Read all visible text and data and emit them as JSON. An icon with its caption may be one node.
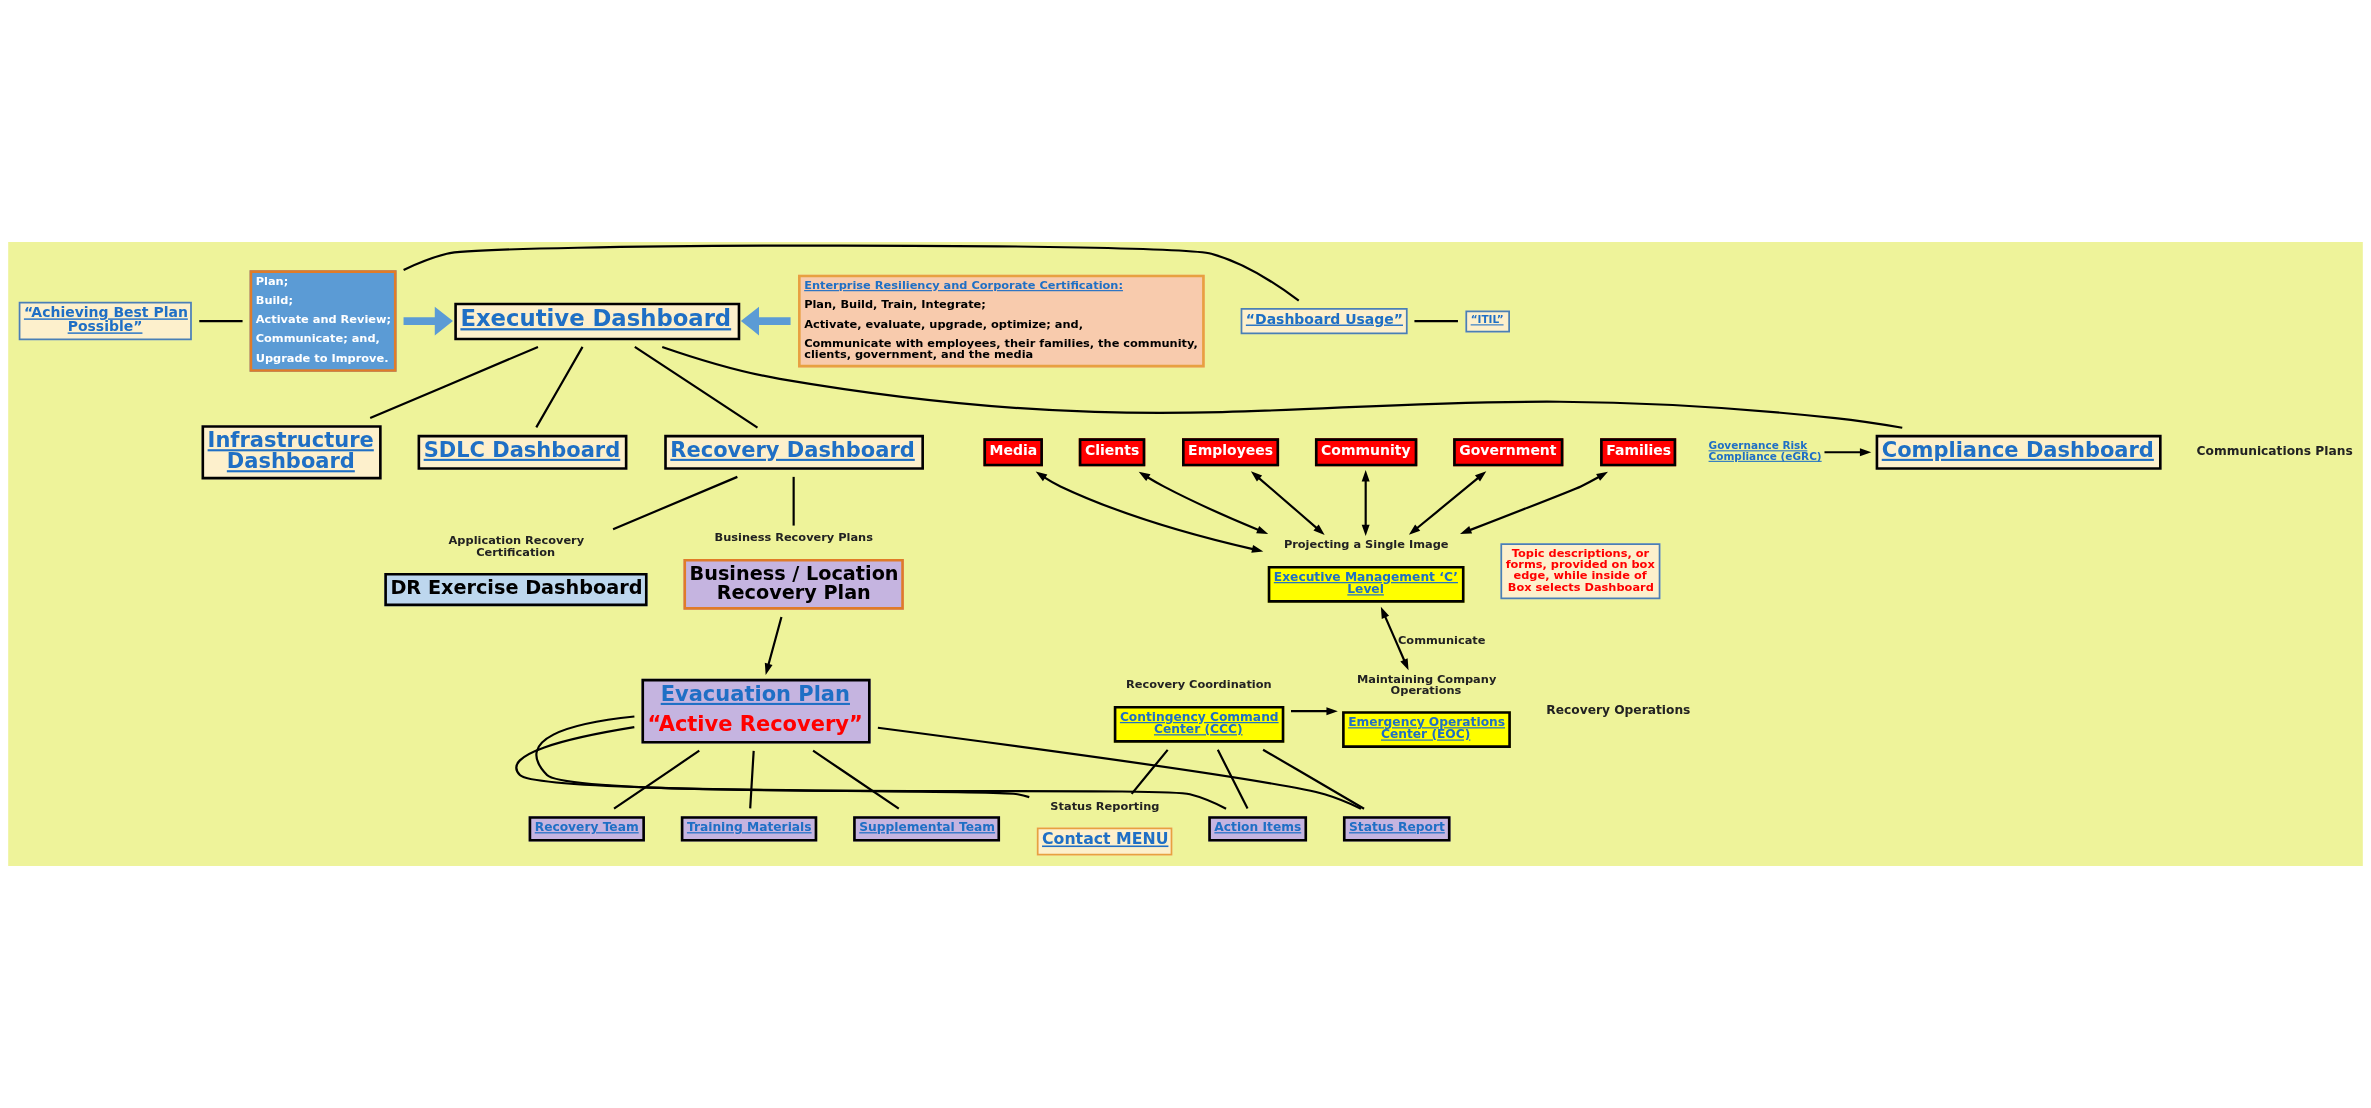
{
  "diagram": {
    "nodes": [
      {
        "text": [
          "“Achieving Best Plan Possible”"
        ]
      },
      {
        "text": [
          "“Dashboard Usage”"
        ]
      },
      {
        "text": [
          "“ITIL”"
        ]
      },
      {
        "text": [
          "Plan;",
          "Build;",
          "Activate and Review;",
          "Communicate; and,",
          "Upgrade to Improve."
        ]
      },
      {
        "text": [
          "Executive Dashboard"
        ]
      },
      {
        "text": [
          "Enterprise Resiliency and Corporate Certification:",
          "Plan, Build, Train, Integrate;",
          "Activate, evaluate, upgrade, optimize; and,",
          "Communicate with employees, their families, the community, clients, government, and the media"
        ]
      },
      {
        "text": [
          "Infrastructure Dashboard"
        ]
      },
      {
        "text": [
          "SDLC Dashboard"
        ]
      },
      {
        "text": [
          "Recovery Dashboard"
        ]
      },
      {
        "text": [
          "Compliance Dashboard"
        ]
      },
      {
        "text": [
          "Governance Risk Compliance (eGRC)"
        ]
      },
      {
        "text": [
          "Media"
        ]
      },
      {
        "text": [
          "Clients"
        ]
      },
      {
        "text": [
          "Employees"
        ]
      },
      {
        "text": [
          "Community"
        ]
      },
      {
        "text": [
          "Government"
        ]
      },
      {
        "text": [
          "Families"
        ]
      },
      {
        "text": [
          "Executive Management ‘C’ Level"
        ],
        "beside": [
          "Projecting a Single Image"
        ]
      },
      {
        "text": [
          "Emergency Operations Center (EOC)"
        ],
        "beside": [
          "Maintaining Company Operations"
        ]
      },
      {
        "text": [
          "Contingency Command Center (CCC)"
        ],
        "beside": [
          "Recovery Coordination"
        ]
      },
      {
        "text": [
          "DR Exercise Dashboard"
        ],
        "beside": [
          "Application Recovery Certification"
        ]
      },
      {
        "text": [
          "Business / Location Recovery Plan"
        ],
        "beside": [
          "Business Recovery Plans"
        ]
      },
      {
        "text": [
          "Topic descriptions, or forms, provided on box edge, while inside of Box selects Dashboard"
        ]
      },
      {
        "text": [
          "Contact MENU"
        ],
        "beside": [
          "Status Reporting"
        ]
      },
      {
        "text": [
          "Action Items"
        ]
      },
      {
        "text": [
          "Status Report"
        ]
      },
      {
        "text": [
          "Evacuation Plan",
          "“Active Recovery”"
        ]
      },
      {
        "text": [
          "Recovery Team"
        ]
      },
      {
        "text": [
          "Training Materials"
        ]
      },
      {
        "text": [
          "Supplemental Team"
        ]
      }
    ],
    "edges": [
      {
        "from": 0,
        "to": 3,
        "arrow": "none"
      },
      {
        "from": 1,
        "to": 3,
        "arrow": "none"
      },
      {
        "from": 1,
        "to": 2,
        "arrow": "none"
      },
      {
        "from": 3,
        "to": 4,
        "arrow": "to",
        "style": "thick",
        "color": "#5b9bd5"
      },
      {
        "from": 5,
        "to": 4,
        "arrow": "to",
        "style": "thick",
        "color": "#5b9bd5"
      },
      {
        "from": 4,
        "to": 6,
        "arrow": "none"
      },
      {
        "from": 4,
        "to": 7,
        "arrow": "none"
      },
      {
        "from": 4,
        "to": 8,
        "arrow": "none"
      },
      {
        "from": 4,
        "to": 9,
        "arrow": "none"
      },
      {
        "from": 10,
        "to": 9,
        "arrow": "to"
      },
      {
        "from": 8,
        "to": 20,
        "arrow": "none"
      },
      {
        "from": 8,
        "to": 21,
        "arrow": "none"
      },
      {
        "from": 11,
        "to": 17,
        "arrow": "both"
      },
      {
        "from": 12,
        "to": 17,
        "arrow": "both"
      },
      {
        "from": 13,
        "to": 17,
        "arrow": "both"
      },
      {
        "from": 14,
        "to": 17,
        "arrow": "both"
      },
      {
        "from": 15,
        "to": 17,
        "arrow": "both"
      },
      {
        "from": 16,
        "to": 17,
        "arrow": "both"
      },
      {
        "from": 17,
        "to": 18,
        "arrow": "both",
        "label": "Communicate"
      },
      {
        "from": 19,
        "to": 18,
        "arrow": "to"
      },
      {
        "from": 19,
        "to": 23,
        "arrow": "none"
      },
      {
        "from": 19,
        "to": 24,
        "arrow": "none"
      },
      {
        "from": 19,
        "to": 25,
        "arrow": "none"
      },
      {
        "from": 21,
        "to": 26,
        "arrow": "to"
      },
      {
        "from": 23,
        "to": 26,
        "arrow": "none"
      },
      {
        "from": 24,
        "to": 26,
        "arrow": "none"
      },
      {
        "from": 25,
        "to": 26,
        "arrow": "none"
      },
      {
        "from": 26,
        "to": 27,
        "arrow": "none"
      },
      {
        "from": 26,
        "to": 28,
        "arrow": "none"
      },
      {
        "from": 26,
        "to": 29,
        "arrow": "none"
      }
    ],
    "labels": [
      "Communications Plans",
      "Recovery Operations"
    ]
  }
}
